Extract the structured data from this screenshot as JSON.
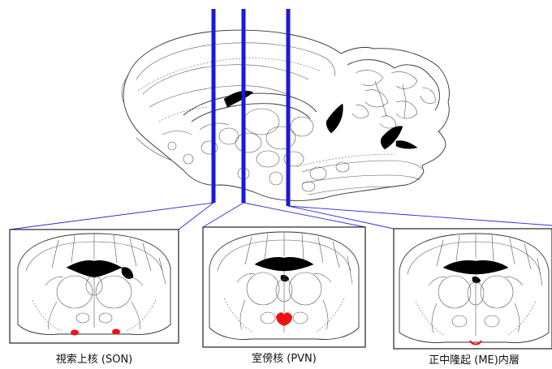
{
  "colors": {
    "cut_line": "#1a1ad6",
    "projection": "#2a2ad8",
    "nucleus": "#ee1111"
  },
  "sections": [
    {
      "label": "視索上核 (SON)"
    },
    {
      "label": "室傍核 (PVN)"
    },
    {
      "label": "正中隆起 (ME)内層"
    }
  ]
}
